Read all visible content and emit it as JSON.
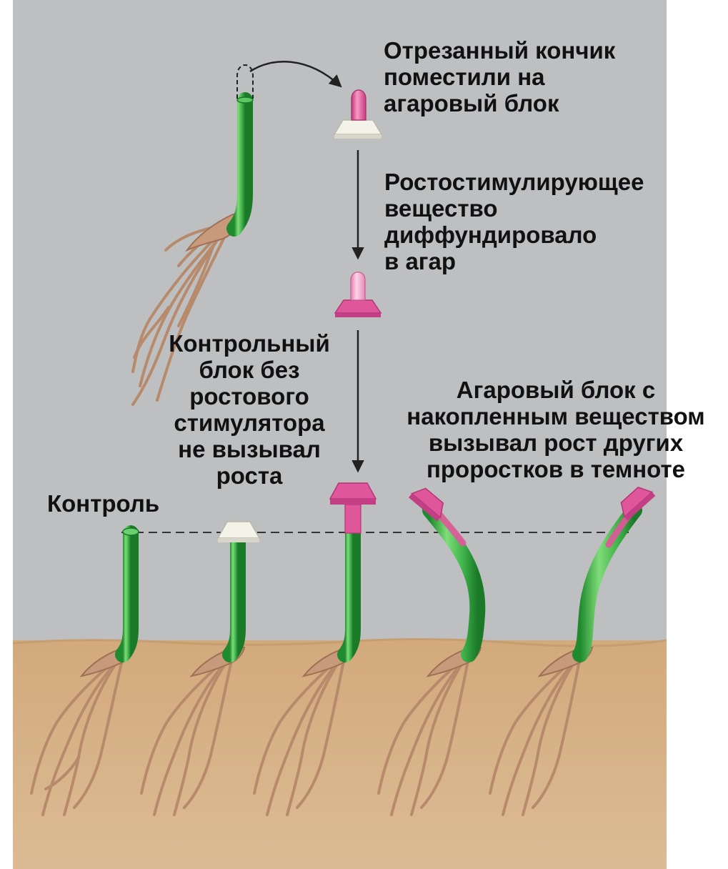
{
  "labels": {
    "cut_tip": "Отрезанный кончик\nпоместили на\nагаровый  блок",
    "diffused": "Ростостимулирующее\nвещество\nдиффундировало\nв агар",
    "control_block": "Контрольный\nблок  без\nростового\nстимулятора\nне вызывал\nроста",
    "agar_block": "Агаровый блок с\nнакопленным веществом\nвызывал рост других\nпроростков в темноте",
    "control": "Контроль"
  },
  "colors": {
    "background_top": "#bebfc1",
    "soil": "#d8b48a",
    "stem_green": "#43b649",
    "substance_pink": "#e0569b",
    "plain_agar": "#f2f1e6",
    "roots": "#b78a6c",
    "text": "#111111"
  },
  "icons": [
    "coleoptile-seedling",
    "agar-block",
    "curved-arrow",
    "down-arrow",
    "dashed-reference-line"
  ]
}
